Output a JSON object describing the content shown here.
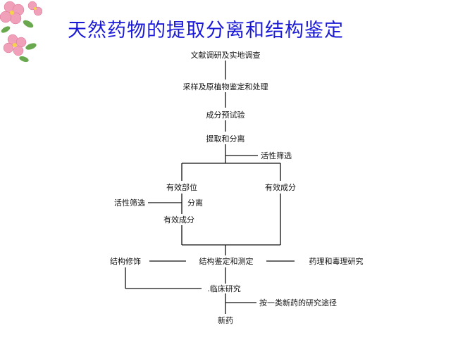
{
  "slide": {
    "title": "天然药物的提取分离和结构鉴定",
    "decoration": "flower-icon"
  },
  "flowchart": {
    "nodes": {
      "survey": "文献调研及实地调查",
      "sampling": "采样及原植物鉴定和处理",
      "pretest": "成分预试验",
      "extraction": "提取和分离",
      "activity_screen_1": "活性筛选",
      "active_part": "有效部位",
      "active_component_right": "有效成分",
      "activity_screen_2": "活性筛选",
      "separation": "分离",
      "active_component_left": "有效成分",
      "structure_modification": "结构修饰",
      "structure_determination": "结构鉴定和测定",
      "pharmacology": "药理和毒理研究",
      "clinical": ".临床研究",
      "new_drug_route": "按一类新药的研究途径",
      "new_drug": "新药"
    }
  }
}
